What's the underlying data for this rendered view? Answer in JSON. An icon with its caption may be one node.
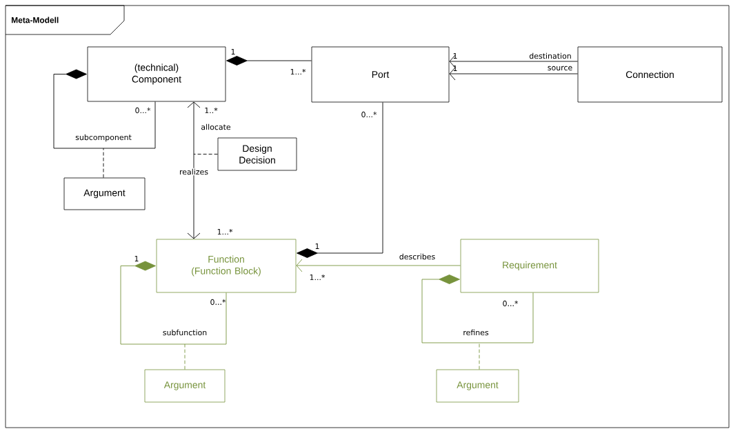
{
  "diagram": {
    "title": "Meta-Modell",
    "nodes": [
      {
        "text": [
          "(technical) Component"
        ]
      },
      {
        "text": [
          "Port"
        ]
      },
      {
        "text": [
          "Connection"
        ]
      },
      {
        "text": [
          "Design Decision"
        ]
      },
      {
        "text": [
          "Argument"
        ]
      },
      {
        "text": [
          "Function (Function Block)"
        ]
      },
      {
        "text": [
          "Requirement"
        ]
      },
      {
        "text": [
          "Argument"
        ]
      },
      {
        "text": [
          "Argument"
        ]
      }
    ],
    "edges": [
      {
        "from": 0,
        "to": 0,
        "arrow": "other",
        "label": "subcomponent"
      },
      {
        "from": 0,
        "to": 1,
        "arrow": "other"
      },
      {
        "from": 2,
        "to": 1,
        "arrow": "to",
        "label": "destination"
      },
      {
        "from": 2,
        "to": 1,
        "arrow": "to",
        "label": "source"
      },
      {
        "from": 5,
        "to": 0,
        "arrow": "both",
        "label": "realizes"
      },
      {
        "from": 3,
        "to": null,
        "arrow": "none",
        "style": "dashed"
      },
      {
        "from": 4,
        "to": null,
        "arrow": "none",
        "style": "dashed"
      },
      {
        "from": 5,
        "to": 1,
        "arrow": "other"
      },
      {
        "from": 5,
        "to": 5,
        "arrow": "other",
        "label": "subfunction",
        "color": "#77933c"
      },
      {
        "from": 6,
        "to": 5,
        "arrow": "to",
        "label": "describes",
        "color": "#77933c"
      },
      {
        "from": 6,
        "to": 6,
        "arrow": "other",
        "label": "refines",
        "color": "#77933c"
      },
      {
        "from": 7,
        "to": null,
        "arrow": "none",
        "style": "dashed",
        "color": "#77933c"
      },
      {
        "from": 8,
        "to": null,
        "arrow": "none",
        "style": "dashed",
        "color": "#77933c"
      }
    ],
    "labels": [
      "1",
      "1...*",
      "1",
      "1",
      "0...*",
      "1..*",
      "allocate",
      "0...*",
      "1...*",
      "1",
      "1",
      "0...*",
      "1...*",
      "0...*"
    ]
  }
}
